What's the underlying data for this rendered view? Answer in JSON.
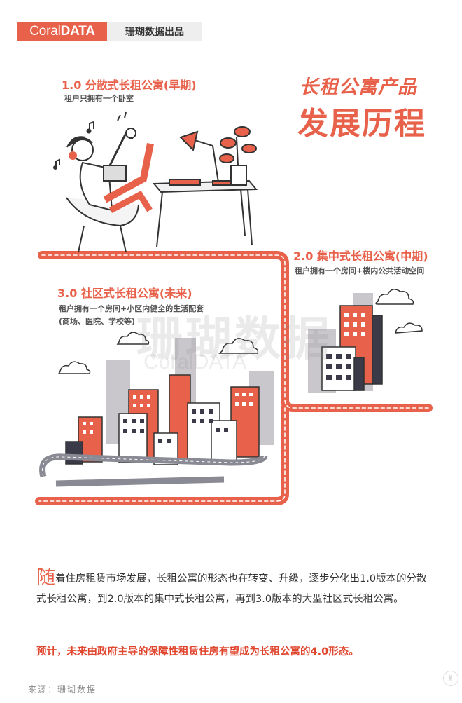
{
  "header": {
    "logo_light": "Coral",
    "logo_bold": "DATA",
    "subtitle": "珊瑚数据出品"
  },
  "title": {
    "line1": "长租公寓产品",
    "line2": "发展历程"
  },
  "stages": [
    {
      "label": "1.0 分散式长租公寓(早期)",
      "desc": "租户只拥有一个卧室"
    },
    {
      "label": "2.0 集中式长租公寓(中期)",
      "desc": "租户拥有一个房间+楼内公共活动空间"
    },
    {
      "label": "3.0 社区式长租公寓(未来)",
      "desc_line1": "租户拥有一个房间+小区内健全的生活配套",
      "desc_line2": "(商场、医院、学校等)"
    }
  ],
  "watermark": {
    "cn": "珊瑚数据",
    "en": "CoralDATA"
  },
  "body": {
    "dropcap": "随",
    "paragraph": "着住房租赁市场发展，长租公寓的形态也在转变、升级，逐步分化出1.0版本的分散式长租公寓，到2.0版本的集中式长租公寓，再到3.0版本的大型社区式长租公寓。",
    "forecast": "预计，未来由政府主导的保障性租赁住房有望成为长租公寓的4.0形态。"
  },
  "footer": {
    "source": "来源：珊瑚数据",
    "corner_icon": "coral-logo-icon"
  },
  "colors": {
    "accent": "#e8614a",
    "dark": "#3a3a48",
    "gray_building": "#c9c6cc"
  }
}
